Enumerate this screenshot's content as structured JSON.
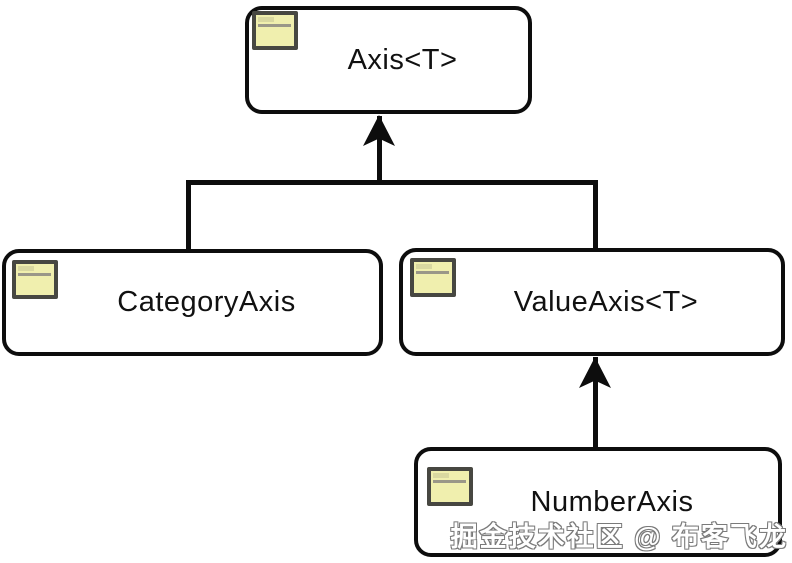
{
  "diagram": {
    "type": "uml-class-inheritance",
    "nodes": [
      {
        "id": "axis",
        "label": "Axis<T>"
      },
      {
        "id": "category-axis",
        "label": "CategoryAxis"
      },
      {
        "id": "value-axis",
        "label": "ValueAxis<T>"
      },
      {
        "id": "number-axis",
        "label": "NumberAxis"
      }
    ],
    "edges": [
      {
        "from": "CategoryAxis",
        "to": "Axis<T>",
        "type": "inheritance"
      },
      {
        "from": "ValueAxis<T>",
        "to": "Axis<T>",
        "type": "inheritance"
      },
      {
        "from": "NumberAxis",
        "to": "ValueAxis<T>",
        "type": "inheritance"
      }
    ],
    "watermark": "掘金技术社区 @ 布客飞龙",
    "colors": {
      "background": "#ffffff",
      "box_border": "#0d0d0d",
      "note_fill": "#f0efae",
      "note_border": "#474741",
      "watermark_fill": "#ffffff",
      "watermark_outline": "#6e6e6e"
    }
  }
}
